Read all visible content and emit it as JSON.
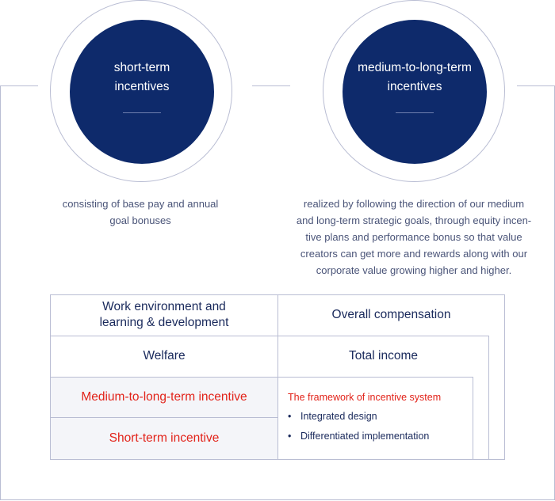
{
  "circles": [
    {
      "title": "short-term\nincentives",
      "description": "consisting of base pay and annual\ngoal bonuses"
    },
    {
      "title": "medium-to-long-term\nincentives",
      "description": "realized by following the direction of our medium\nand long-term strategic goals, through equity incen-\ntive plans and performance bonus so that value\ncreators can get more and rewards along with our\ncorporate value growing higher and higher."
    }
  ],
  "table": {
    "row1": {
      "left": "Work environment and\nlearning & development",
      "right": "Overall compensation"
    },
    "row2": {
      "left": "Welfare",
      "right": "Total income"
    },
    "row3": {
      "left": "Medium-to-long-term incentive"
    },
    "row4": {
      "left": "Short-term incentive"
    },
    "framework": {
      "title": "The framework of incentive system",
      "items": [
        "Integrated design",
        "Differentiated implementation"
      ]
    }
  },
  "colors": {
    "navy": "#0e2a6b",
    "red": "#e2231a",
    "line": "#b9bdd3",
    "shade": "#f4f5f9"
  }
}
